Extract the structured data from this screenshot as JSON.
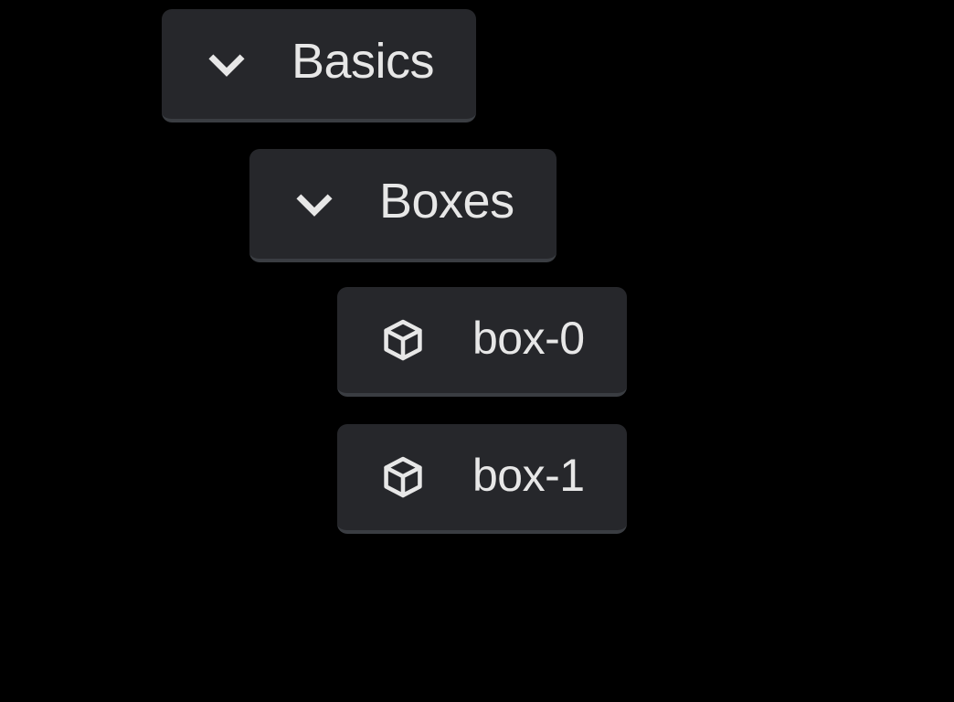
{
  "page": {
    "background_color": "#000000",
    "node_fill_color": "#26272b",
    "node_edge_color": "#3a3d42",
    "text_color": "#e7e7e7"
  },
  "tree": {
    "nodes": [
      {
        "id": "basics",
        "label": "Basics",
        "type": "group",
        "depth": 0,
        "expanded": true,
        "icon": "chevron-down-icon"
      },
      {
        "id": "boxes",
        "label": "Boxes",
        "type": "group",
        "depth": 1,
        "expanded": true,
        "icon": "chevron-down-icon"
      },
      {
        "id": "box-0",
        "label": "box-0",
        "type": "leaf",
        "depth": 2,
        "expanded": false,
        "icon": "box-icon"
      },
      {
        "id": "box-1",
        "label": "box-1",
        "type": "leaf",
        "depth": 2,
        "expanded": false,
        "icon": "box-icon"
      }
    ]
  }
}
